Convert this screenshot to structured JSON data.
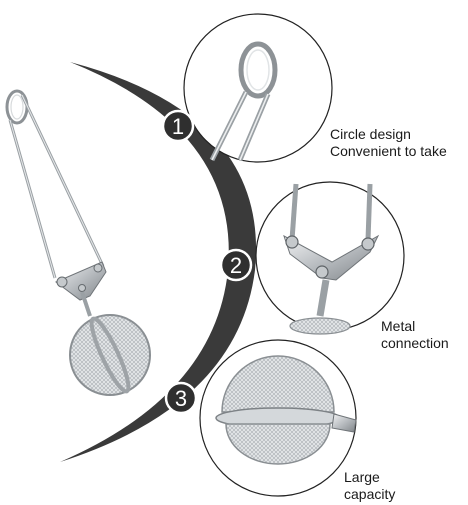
{
  "features": [
    {
      "number": "1",
      "lines": [
        "Circle design",
        "Convenient to take"
      ]
    },
    {
      "number": "2",
      "lines": [
        "Metal",
        "connection"
      ]
    },
    {
      "number": "3",
      "lines": [
        "Large",
        "capacity"
      ]
    }
  ],
  "colors": {
    "arc": "#3a3a3a",
    "badge_fill": "#2f2f2f",
    "badge_text": "#ffffff",
    "circle_outline": "#222222",
    "steel": "#b8bcc0",
    "steel_dark": "#6f7478",
    "mesh": "#cfd3d6"
  }
}
